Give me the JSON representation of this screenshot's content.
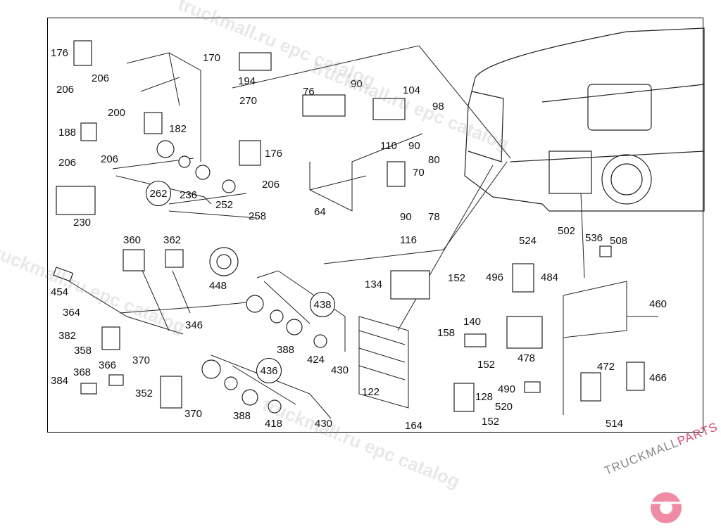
{
  "labels": [
    "176",
    "206",
    "206",
    "170",
    "194",
    "90",
    "104",
    "76",
    "270",
    "98",
    "200",
    "188",
    "182",
    "176",
    "90",
    "110",
    "80",
    "206",
    "206",
    "70",
    "206",
    "262",
    "236",
    "252",
    "64",
    "90",
    "78",
    "258",
    "230",
    "116",
    "524",
    "502",
    "536",
    "508",
    "360",
    "362",
    "448",
    "454",
    "134",
    "152",
    "496",
    "484",
    "438",
    "460",
    "364",
    "346",
    "382",
    "358",
    "158",
    "140",
    "388",
    "424",
    "430",
    "478",
    "472",
    "466",
    "370",
    "366",
    "368",
    "384",
    "436",
    "152",
    "122",
    "352",
    "490",
    "128",
    "520",
    "370",
    "388",
    "418",
    "430",
    "164",
    "152",
    "514"
  ],
  "circled_labels": [
    "262",
    "438",
    "436"
  ],
  "watermarks": [
    "truckmall.ru epc catalog",
    "truckmall.ru epc catalog",
    "truckmall.ru epc catalog",
    "truckmall.ru epc catalog"
  ],
  "logo": {
    "text_dark": "TRUCKMALL",
    "text_accent": "PARTS",
    "accent_color": "#e8456b",
    "gear_color": "#f08ba3"
  }
}
